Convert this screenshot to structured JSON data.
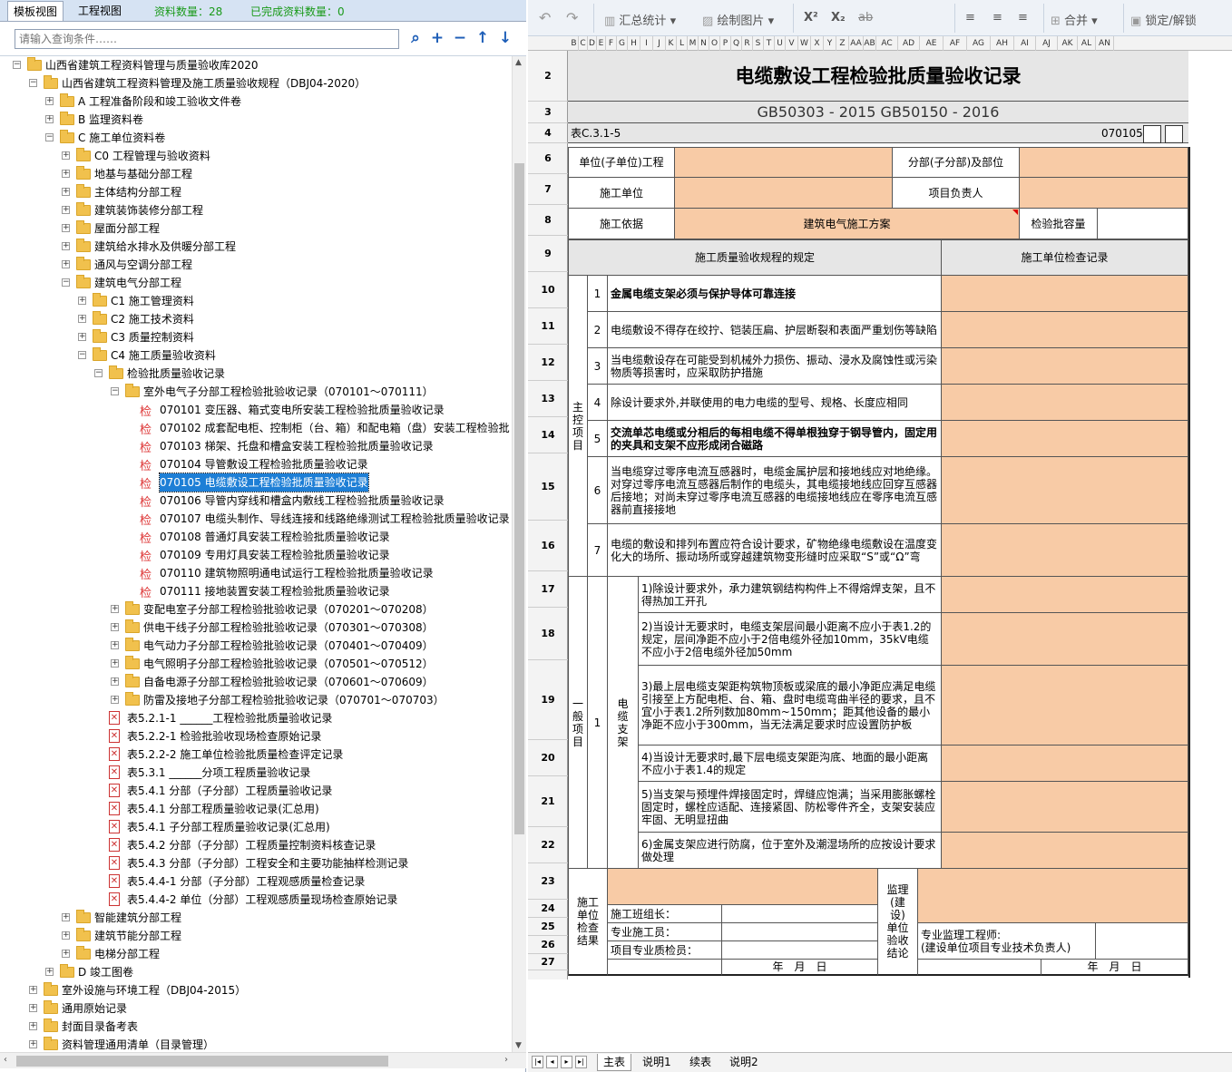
{
  "left_panel": {
    "tab_template": "模板视图",
    "tab_project": "工程视图",
    "stat_count": "资料数量：28",
    "stat_done": "已完成资料数量：0",
    "search_placeholder": "请输入查询条件……",
    "tree": [
      {
        "level": 0,
        "icon": "folder",
        "exp": "-",
        "text": "山西省建筑工程资料管理与质量验收库2020"
      },
      {
        "level": 1,
        "icon": "folder",
        "exp": "-",
        "text": "山西省建筑工程资料管理及施工质量验收规程（DBJ04-2020）"
      },
      {
        "level": 2,
        "icon": "folder",
        "exp": "+",
        "text": "A 工程准备阶段和竣工验收文件卷"
      },
      {
        "level": 2,
        "icon": "folder",
        "exp": "+",
        "text": "B 监理资料卷"
      },
      {
        "level": 2,
        "icon": "folder",
        "exp": "-",
        "text": "C 施工单位资料卷"
      },
      {
        "level": 3,
        "icon": "folder",
        "exp": "+",
        "text": "C0 工程管理与验收资料"
      },
      {
        "level": 3,
        "icon": "folder",
        "exp": "+",
        "text": "地基与基础分部工程"
      },
      {
        "level": 3,
        "icon": "folder",
        "exp": "+",
        "text": "主体结构分部工程"
      },
      {
        "level": 3,
        "icon": "folder",
        "exp": "+",
        "text": "建筑装饰装修分部工程"
      },
      {
        "level": 3,
        "icon": "folder",
        "exp": "+",
        "text": "屋面分部工程"
      },
      {
        "level": 3,
        "icon": "folder",
        "exp": "+",
        "text": "建筑给水排水及供暖分部工程"
      },
      {
        "level": 3,
        "icon": "folder",
        "exp": "+",
        "text": "通风与空调分部工程"
      },
      {
        "level": 3,
        "icon": "folder",
        "exp": "-",
        "text": "建筑电气分部工程"
      },
      {
        "level": 4,
        "icon": "folder",
        "exp": "+",
        "text": "C1 施工管理资料"
      },
      {
        "level": 4,
        "icon": "folder",
        "exp": "+",
        "text": "C2 施工技术资料"
      },
      {
        "level": 4,
        "icon": "folder",
        "exp": "+",
        "text": "C3 质量控制资料"
      },
      {
        "level": 4,
        "icon": "folder",
        "exp": "-",
        "text": "C4 施工质量验收资料"
      },
      {
        "level": 5,
        "icon": "folder",
        "exp": "-",
        "text": "检验批质量验收记录"
      },
      {
        "level": 6,
        "icon": "folder",
        "exp": "-",
        "text": "室外电气子分部工程检验批验收记录（070101～070111）"
      },
      {
        "level": 7,
        "icon": "check",
        "exp": "",
        "text": "070101 变压器、箱式变电所安装工程检验批质量验收记录"
      },
      {
        "level": 7,
        "icon": "check",
        "exp": "",
        "text": "070102 成套配电柜、控制柜（台、箱）和配电箱（盘）安装工程检验批"
      },
      {
        "level": 7,
        "icon": "check",
        "exp": "",
        "text": "070103 梯架、托盘和槽盒安装工程检验批质量验收记录"
      },
      {
        "level": 7,
        "icon": "check",
        "exp": "",
        "text": "070104 导管敷设工程检验批质量验收记录"
      },
      {
        "level": 7,
        "icon": "check",
        "exp": "",
        "text": "070105 电缆敷设工程检验批质量验收记录",
        "selected": true
      },
      {
        "level": 7,
        "icon": "check",
        "exp": "",
        "text": "070106 导管内穿线和槽盒内敷线工程检验批质量验收记录"
      },
      {
        "level": 7,
        "icon": "check",
        "exp": "",
        "text": "070107 电缆头制作、导线连接和线路绝缘测试工程检验批质量验收记录"
      },
      {
        "level": 7,
        "icon": "check",
        "exp": "",
        "text": "070108 普通灯具安装工程检验批质量验收记录"
      },
      {
        "level": 7,
        "icon": "check",
        "exp": "",
        "text": "070109 专用灯具安装工程检验批质量验收记录"
      },
      {
        "level": 7,
        "icon": "check",
        "exp": "",
        "text": "070110 建筑物照明通电试运行工程检验批质量验收记录"
      },
      {
        "level": 7,
        "icon": "check",
        "exp": "",
        "text": "070111 接地装置安装工程检验批质量验收记录"
      },
      {
        "level": 6,
        "icon": "folder",
        "exp": "+",
        "text": "变配电室子分部工程检验批验收记录（070201～070208）"
      },
      {
        "level": 6,
        "icon": "folder",
        "exp": "+",
        "text": "供电干线子分部工程检验批验收记录（070301～070308）"
      },
      {
        "level": 6,
        "icon": "folder",
        "exp": "+",
        "text": "电气动力子分部工程检验批验收记录（070401～070409）"
      },
      {
        "level": 6,
        "icon": "folder",
        "exp": "+",
        "text": "电气照明子分部工程检验批验收记录（070501～070512）"
      },
      {
        "level": 6,
        "icon": "folder",
        "exp": "+",
        "text": "自备电源子分部工程检验批验收记录（070601～070609）"
      },
      {
        "level": 6,
        "icon": "folder",
        "exp": "+",
        "text": "防雷及接地子分部工程检验批验收记录（070701～070703）"
      },
      {
        "level": 5,
        "icon": "pdf",
        "exp": "",
        "text": "表5.2.1-1 ______工程检验批质量验收记录"
      },
      {
        "level": 5,
        "icon": "pdf",
        "exp": "",
        "text": "表5.2.2-1 检验批验收现场检查原始记录"
      },
      {
        "level": 5,
        "icon": "pdf",
        "exp": "",
        "text": "表5.2.2-2 施工单位检验批质量检查评定记录"
      },
      {
        "level": 5,
        "icon": "pdf",
        "exp": "",
        "text": "表5.3.1 ______分项工程质量验收记录"
      },
      {
        "level": 5,
        "icon": "pdf",
        "exp": "",
        "text": "表5.4.1 分部（子分部）工程质量验收记录"
      },
      {
        "level": 5,
        "icon": "pdf",
        "exp": "",
        "text": "表5.4.1 分部工程质量验收记录(汇总用)"
      },
      {
        "level": 5,
        "icon": "pdf",
        "exp": "",
        "text": "表5.4.1 子分部工程质量验收记录(汇总用)"
      },
      {
        "level": 5,
        "icon": "pdf",
        "exp": "",
        "text": "表5.4.2 分部（子分部）工程质量控制资料核查记录"
      },
      {
        "level": 5,
        "icon": "pdf",
        "exp": "",
        "text": "表5.4.3 分部（子分部）工程安全和主要功能抽样检测记录"
      },
      {
        "level": 5,
        "icon": "pdf",
        "exp": "",
        "text": "表5.4.4-1 分部（子分部）工程观感质量检查记录"
      },
      {
        "level": 5,
        "icon": "pdf",
        "exp": "",
        "text": "表5.4.4-2 单位（分部）工程观感质量现场检查原始记录"
      },
      {
        "level": 3,
        "icon": "folder",
        "exp": "+",
        "text": "智能建筑分部工程"
      },
      {
        "level": 3,
        "icon": "folder",
        "exp": "+",
        "text": "建筑节能分部工程"
      },
      {
        "level": 3,
        "icon": "folder",
        "exp": "+",
        "text": "电梯分部工程"
      },
      {
        "level": 2,
        "icon": "folder",
        "exp": "+",
        "text": "D 竣工图卷"
      },
      {
        "level": 1,
        "icon": "folder",
        "exp": "+",
        "text": "室外设施与环境工程（DBJ04-2015）"
      },
      {
        "level": 1,
        "icon": "folder",
        "exp": "+",
        "text": "通用原始记录"
      },
      {
        "level": 1,
        "icon": "folder",
        "exp": "+",
        "text": "封面目录备考表"
      },
      {
        "level": 1,
        "icon": "folder",
        "exp": "+",
        "text": "资料管理通用清单（目录管理）"
      }
    ]
  },
  "ribbon": {
    "summary": "汇总统计",
    "draw_image": "绘制图片",
    "superscript": "X²",
    "subscript": "X₂",
    "strike": "ab",
    "merge": "合并",
    "lock": "锁定/解锁"
  },
  "columns": [
    "B",
    "C",
    "D",
    "E",
    "F",
    "G",
    "H",
    "I",
    "J",
    "K",
    "L",
    "M",
    "N",
    "O",
    "P",
    "Q",
    "R",
    "S",
    "T",
    "U",
    "V",
    "W",
    "X",
    "Y",
    "Z",
    "AA",
    "AB",
    "AC",
    "AD",
    "AE",
    "AF",
    "AG",
    "AH",
    "AI",
    "AJ",
    "AK",
    "AL",
    "AN"
  ],
  "rows": [
    "2",
    "3",
    "4",
    "6",
    "7",
    "8",
    "9",
    "10",
    "11",
    "12",
    "13",
    "14",
    "15",
    "16",
    "17",
    "18",
    "19",
    "20",
    "21",
    "22",
    "23",
    "24",
    "25",
    "26",
    "27"
  ],
  "form": {
    "title": "电缆敷设工程检验批质量验收记录",
    "standard": "GB50303 - 2015 GB50150 - 2016",
    "table_no": "表C.3.1-5",
    "code": "070105",
    "unit_project": "单位(子单位)工程",
    "sub_project": "分部(子分部)及部位",
    "constructor": "施工单位",
    "project_manager": "项目负责人",
    "basis": "施工依据",
    "basis_value": "建筑电气施工方案",
    "batch_capacity": "检验批容量",
    "spec_header": "施工质量验收规程的规定",
    "record_header": "施工单位检查记录",
    "main_label": "主控项目",
    "main_items": [
      {
        "no": "1",
        "text": "金属电缆支架必须与保护导体可靠连接"
      },
      {
        "no": "2",
        "text": "电缆敷设不得存在绞拧、铠装压扁、护层断裂和表面严重划伤等缺陷"
      },
      {
        "no": "3",
        "text": "当电缆敷设存在可能受到机械外力损伤、振动、浸水及腐蚀性或污染物质等损害时，应采取防护措施"
      },
      {
        "no": "4",
        "text": "除设计要求外,并联使用的电力电缆的型号、规格、长度应相同"
      },
      {
        "no": "5",
        "text": "交流单芯电缆或分相后的每相电缆不得单根独穿于钢导管内，固定用的夹具和支架不应形成闭合磁路"
      },
      {
        "no": "6",
        "text": "当电缆穿过零序电流互感器时，电缆金属护层和接地线应对地绝缘。对穿过零序电流互感器后制作的电缆头，其电缆接地线应回穿互感器后接地；对尚未穿过零序电流互感器的电缆接地线应在零序电流互感器前直接接地"
      },
      {
        "no": "7",
        "text": "电缆的敷设和排列布置应符合设计要求，矿物绝缘电缆敷设在温度变化大的场所、振动场所或穿越建筑物变形缝时应采取“S”或“Ω”弯"
      }
    ],
    "general_label": "一般项目",
    "general_no": "1",
    "general_group": "电缆支架",
    "general_items": [
      "1)除设计要求外，承力建筑钢结构构件上不得熔焊支架，且不得热加工开孔",
      "2)当设计无要求时，电缆支架层间最小距离不应小于表1.2的规定，层间净距不应小于2倍电缆外径加10mm，35kV电缆不应小于2倍电缆外径加50mm",
      "3)最上层电缆支架距构筑物顶板或梁底的最小净距应满足电缆引接至上方配电柜、台、箱、盘时电缆弯曲半径的要求，且不宜小于表1.2所列数加80mm~150mm；距其他设备的最小净距不应小于300mm，当无法满足要求时应设置防护板",
      "4)当设计无要求时,最下层电缆支架距沟底、地面的最小距离不应小于表1.4的规定",
      "5)当支架与预埋件焊接固定时，焊缝应饱满；当采用膨胀螺栓固定时，螺栓应适配、连接紧固、防松零件齐全，支架安装应牢固、无明显扭曲",
      "6)金属支架应进行防腐，位于室外及潮湿场所的应按设计要求做处理"
    ],
    "construct_conclusion": "施工单位检查结果",
    "team_leader": "施工班组长：",
    "construct_worker": "专业施工员：",
    "quality_inspector": "项目专业质检员：",
    "date": "年　月　日",
    "supervision_conclusion": "监理(建设)单位验收结论",
    "supervisor": "专业监理工程师:",
    "supervisor_note": "(建设单位项目专业技术负责人)"
  },
  "sheet_tabs": [
    "主表",
    "说明1",
    "续表",
    "说明2"
  ],
  "colors": {
    "input": "#f8cba6",
    "selection": "#1e7fd6",
    "stat": "#1a9a1a"
  }
}
